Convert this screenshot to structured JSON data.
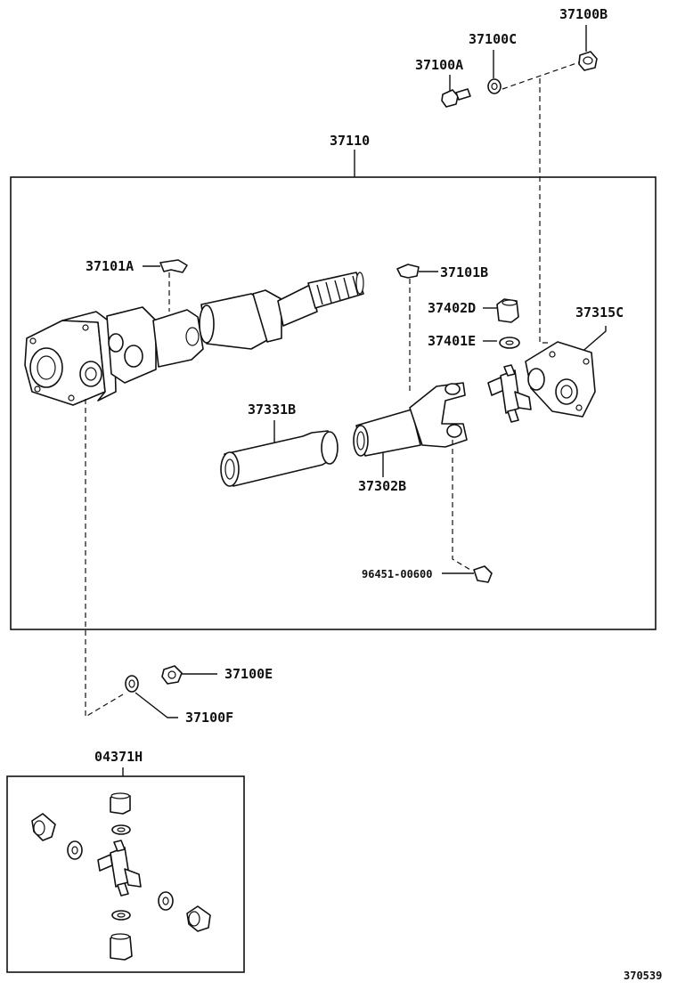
{
  "labels": {
    "p37100B": "37100B",
    "p37100C": "37100C",
    "p37100A": "37100A",
    "p37110": "37110",
    "p37101A": "37101A",
    "p37101B": "37101B",
    "p37402D": "37402D",
    "p37401E": "37401E",
    "p37315C": "37315C",
    "p37331B": "37331B",
    "p37302B": "37302B",
    "p96451": "96451-00600",
    "p37100E": "37100E",
    "p37100F": "37100F",
    "p04371H": "04371H",
    "figure_id": "370539"
  }
}
